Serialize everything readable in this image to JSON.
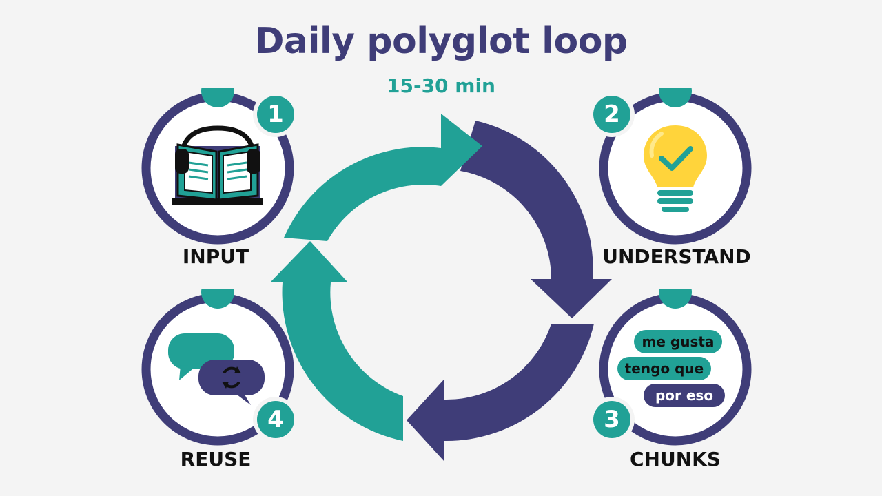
{
  "title": "Daily polyglot loop",
  "subtitle": "15-30 min",
  "colors": {
    "teal": "#21a196",
    "navy": "#3f3d78",
    "bulb": "#ffd43b",
    "background": "#f4f4f4"
  },
  "stages": [
    {
      "number": "1",
      "label": "INPUT",
      "icon": "book-headphones-icon"
    },
    {
      "number": "2",
      "label": "UNDERSTAND",
      "icon": "lightbulb-check-icon"
    },
    {
      "number": "3",
      "label": "CHUNKS",
      "icon": "phrase-chips",
      "chips": [
        "me gusta",
        "tengo que",
        "por eso"
      ]
    },
    {
      "number": "4",
      "label": "REUSE",
      "icon": "speech-bubbles-refresh-icon"
    }
  ]
}
